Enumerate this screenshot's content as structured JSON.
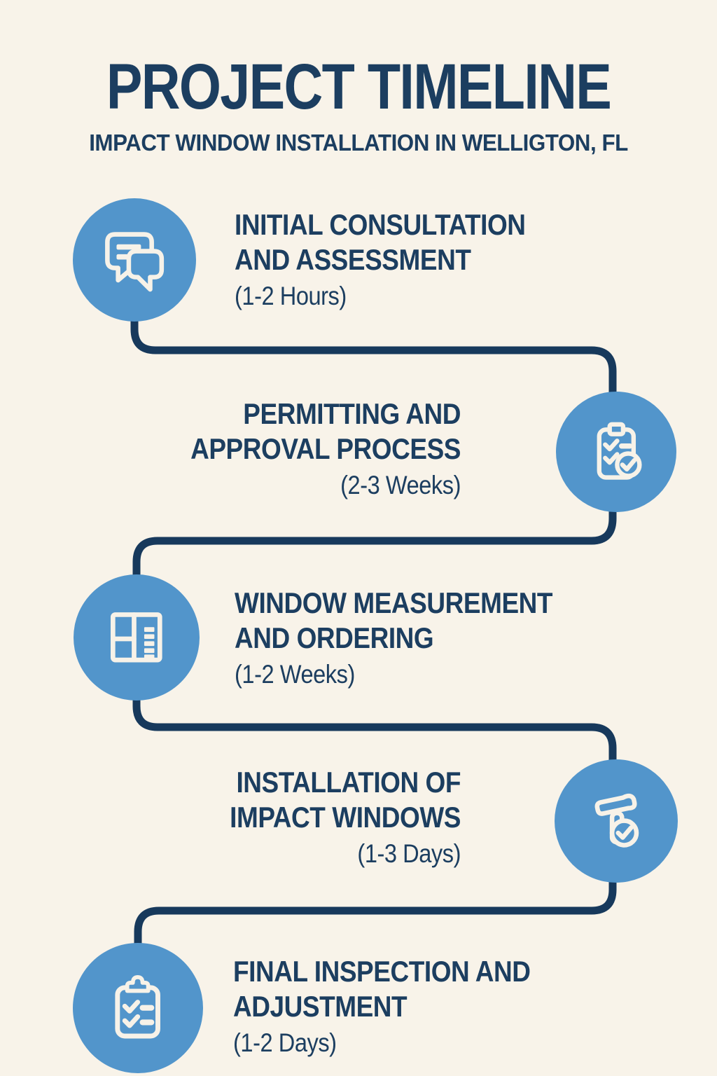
{
  "header": {
    "title": "PROJECT TIMELINE",
    "subtitle": "IMPACT WINDOW INSTALLATION IN WELLIGTON, FL"
  },
  "colors": {
    "background": "#f8f3e9",
    "text_navy": "#1c3e60",
    "connector_navy": "#17395c",
    "circle_blue": "#5295cb",
    "icon_stroke": "#f7f2e8"
  },
  "steps": [
    {
      "index": 1,
      "side": "left",
      "icon": "chat-bubbles-icon",
      "title": "INITIAL CONSULTATION\nAND ASSESSMENT",
      "duration": "(1-2 Hours)"
    },
    {
      "index": 2,
      "side": "right",
      "icon": "clipboard-approval-icon",
      "title": "PERMITTING AND\nAPPROVAL PROCESS",
      "duration": "(2-3 Weeks)"
    },
    {
      "index": 3,
      "side": "left",
      "icon": "window-measurement-icon",
      "title": "WINDOW MEASUREMENT\nAND ORDERING",
      "duration": "(1-2 Weeks)"
    },
    {
      "index": 4,
      "side": "right",
      "icon": "hammer-check-icon",
      "title": "INSTALLATION OF\nIMPACT WINDOWS",
      "duration": "(1-3 Days)"
    },
    {
      "index": 5,
      "side": "left",
      "icon": "inspection-checklist-icon",
      "title": "FINAL INSPECTION AND\nADJUSTMENT",
      "duration": "(1-2 Days)"
    }
  ]
}
